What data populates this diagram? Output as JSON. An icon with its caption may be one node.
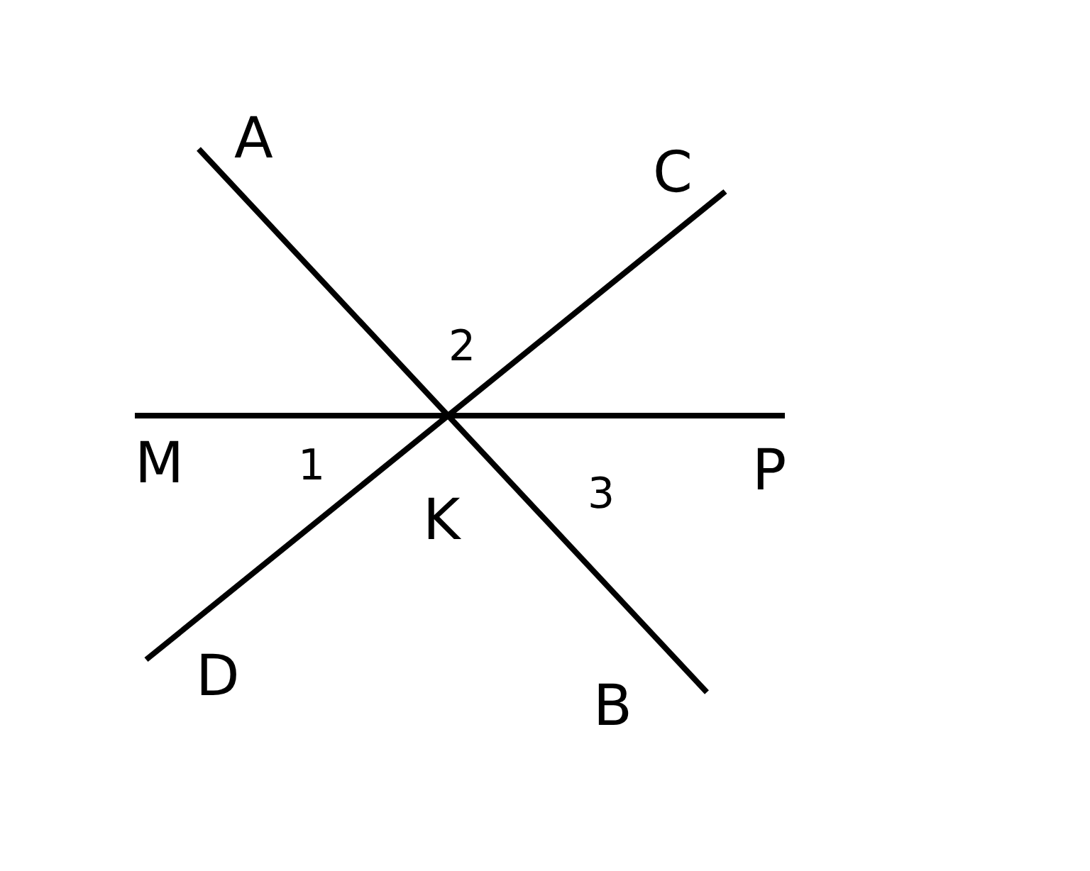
{
  "diagram": {
    "nodes": [
      {
        "text": [
          "A"
        ]
      },
      {
        "text": [
          "C"
        ]
      },
      {
        "text": [
          "M"
        ]
      },
      {
        "text": [
          "P"
        ]
      },
      {
        "text": [
          "D"
        ]
      },
      {
        "text": [
          "B"
        ]
      }
    ],
    "edges": [
      {
        "from": 0,
        "to": 5,
        "arrow": "none"
      },
      {
        "from": 1,
        "to": 4,
        "arrow": "none"
      },
      {
        "from": 2,
        "to": 3,
        "arrow": "none"
      }
    ],
    "labels": [
      "2",
      "1",
      "K",
      "3"
    ]
  }
}
